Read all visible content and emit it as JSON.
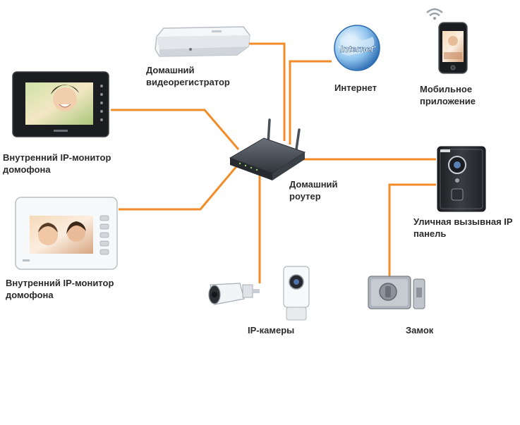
{
  "colors": {
    "link_line": "#f28c28",
    "device_dark": "#2a2a2e",
    "device_light": "#e9ecef",
    "internet_blue": "#1f78c8"
  },
  "devices": {
    "dvr": {
      "label_lines": [
        "Домашний",
        "видеорегистратор"
      ],
      "icon": "dvr-box-icon"
    },
    "internet": {
      "label_lines": [
        "Интернет"
      ],
      "icon": "internet-globe-icon",
      "globe_text": "Internet"
    },
    "mobile": {
      "label_lines": [
        "Мобильное",
        "приложение"
      ],
      "icon": "smartphone-wifi-icon"
    },
    "monitor_black": {
      "label_lines": [
        "Внутренний IP-монитор",
        "домофона"
      ],
      "icon": "black-intercom-monitor-icon"
    },
    "monitor_white": {
      "label_lines": [
        "Внутренний IP-монитор",
        "домофона"
      ],
      "icon": "white-intercom-monitor-icon"
    },
    "router": {
      "label_lines": [
        "Домашний",
        "роутер"
      ],
      "icon": "router-icon"
    },
    "door_panel": {
      "label_lines": [
        "Уличная вызывная IP",
        "панель"
      ],
      "icon": "door-call-panel-icon"
    },
    "cameras": {
      "label_lines": [
        "IP-камеры"
      ],
      "icon": "ip-camera-icon"
    },
    "lock": {
      "label_lines": [
        "Замок"
      ],
      "icon": "electric-lock-icon"
    }
  }
}
